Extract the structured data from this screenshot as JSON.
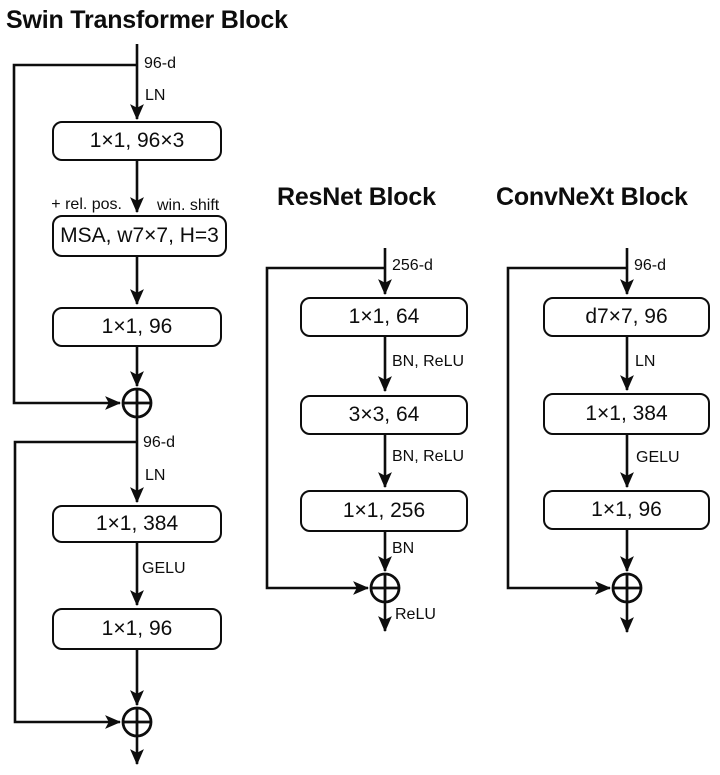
{
  "swin": {
    "title": "Swin Transformer Block",
    "dim_in": "96-d",
    "norm1": "LN",
    "conv1": "1×1, 96×3",
    "rel_pos": "+ rel. pos.",
    "win_shift": "win. shift",
    "msa": "MSA, w7×7, H=3",
    "conv2": "1×1, 96",
    "dim_mid": "96-d",
    "norm2": "LN",
    "conv3": "1×1, 384",
    "act": "GELU",
    "conv4": "1×1, 96"
  },
  "resnet": {
    "title": "ResNet Block",
    "dim_in": "256-d",
    "conv1": "1×1, 64",
    "norm_act1": "BN, ReLU",
    "conv2": "3×3, 64",
    "norm_act2": "BN, ReLU",
    "conv3": "1×1, 256",
    "norm_out": "BN",
    "act_out": "ReLU"
  },
  "convnext": {
    "title": "ConvNeXt Block",
    "dim_in": "96-d",
    "conv1": "d7×7, 96",
    "norm": "LN",
    "conv2": "1×1, 384",
    "act": "GELU",
    "conv3": "1×1, 96"
  },
  "colors": {
    "ink": "#0d0d0d",
    "background": "#ffffff"
  }
}
